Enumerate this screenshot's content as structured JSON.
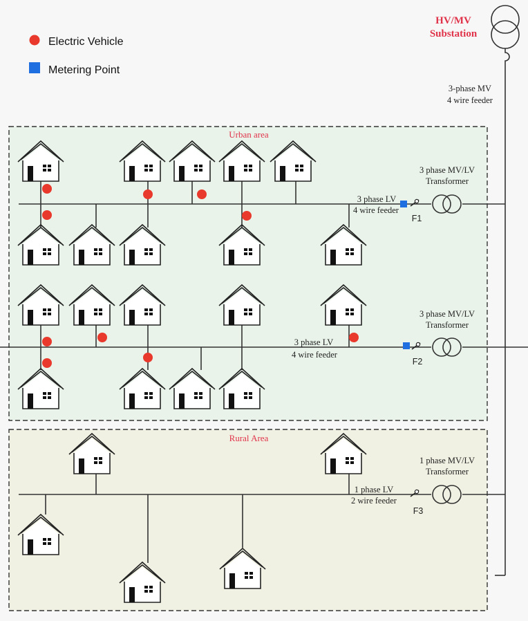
{
  "legend": {
    "ev_label": "Electric Vehicle",
    "meter_label": "Metering Point"
  },
  "substation": {
    "line1": "HV/MV",
    "line2": "Substation"
  },
  "mv_feeder": {
    "line1": "3-phase MV",
    "line2": "4 wire feeder"
  },
  "urban": {
    "title": "Urban area"
  },
  "rural": {
    "title": "Rural Area"
  },
  "feeders": [
    {
      "id": "F1",
      "lv_line1": "3 phase LV",
      "lv_line2": "4 wire feeder",
      "tx_line1": "3 phase MV/LV",
      "tx_line2": "Transformer"
    },
    {
      "id": "F2",
      "lv_line1": "3 phase LV",
      "lv_line2": "4 wire feeder",
      "tx_line1": "3 phase MV/LV",
      "tx_line2": "Transformer"
    },
    {
      "id": "F3",
      "lv_line1": "1 phase LV",
      "lv_line2": "2 wire feeder",
      "tx_line1": "1 phase MV/LV",
      "tx_line2": "Transformer"
    }
  ],
  "colors": {
    "ev": "#e8392c",
    "meter": "#1f6fe0",
    "urban_fill": "#e9f3ea",
    "rural_fill": "#f1f1e3",
    "area_title": "#e0334a",
    "substation_text": "#e0334a",
    "line": "#333333"
  }
}
